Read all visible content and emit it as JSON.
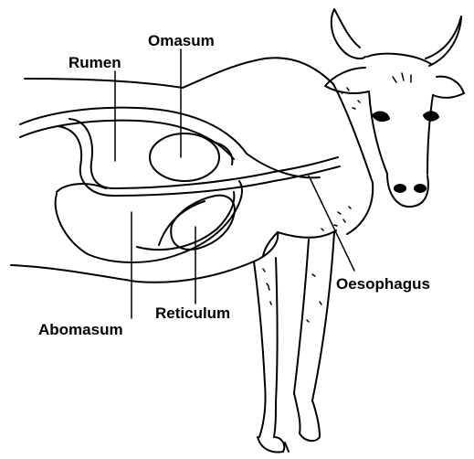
{
  "labels": {
    "omasum": "Omasum",
    "rumen": "Rumen",
    "oesophagus": "Oesophagus",
    "reticulum": "Reticulum",
    "abomasum": "Abomasum"
  },
  "colors": {
    "line": "#000000",
    "background": "#ffffff"
  }
}
